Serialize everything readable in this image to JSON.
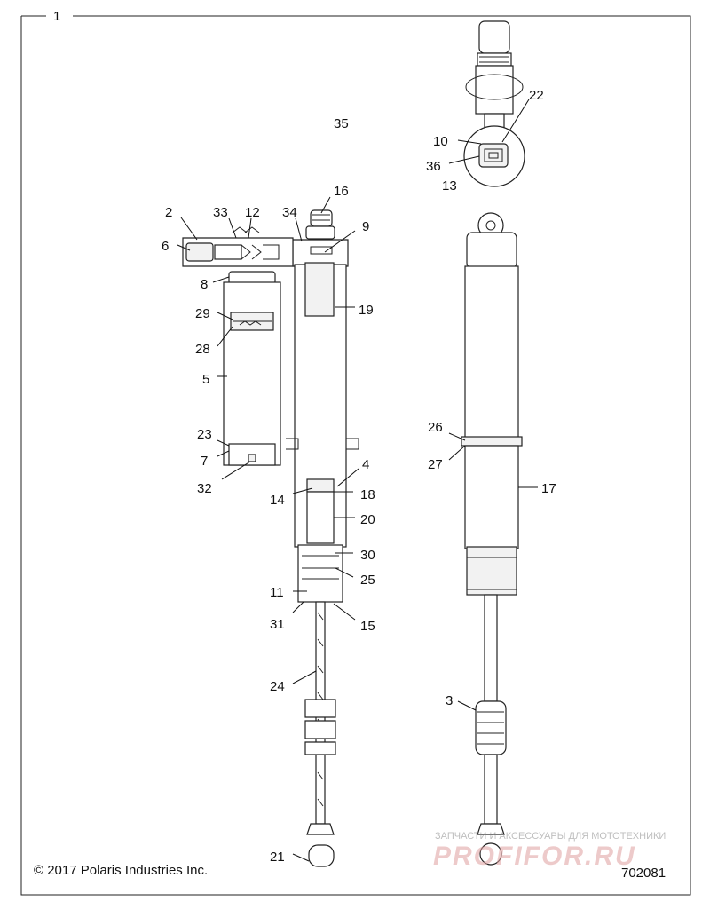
{
  "diagram": {
    "frame_label": "1",
    "copyright": "© 2017 Polaris Industries Inc.",
    "drawing_number": "702081",
    "watermark": {
      "tagline": "ЗАПЧАСТИ И АКСЕССУАРЫ ДЛЯ МОТОТЕХНИКИ",
      "logo_text": "PROFIFOR.RU"
    },
    "callouts": [
      "35",
      "16",
      "2",
      "33",
      "12",
      "34",
      "9",
      "6",
      "8",
      "19",
      "29",
      "28",
      "5",
      "23",
      "7",
      "32",
      "4",
      "14",
      "18",
      "20",
      "30",
      "25",
      "11",
      "31",
      "15",
      "24",
      "21",
      "10",
      "22",
      "36",
      "13",
      "26",
      "27",
      "17",
      "3"
    ]
  }
}
